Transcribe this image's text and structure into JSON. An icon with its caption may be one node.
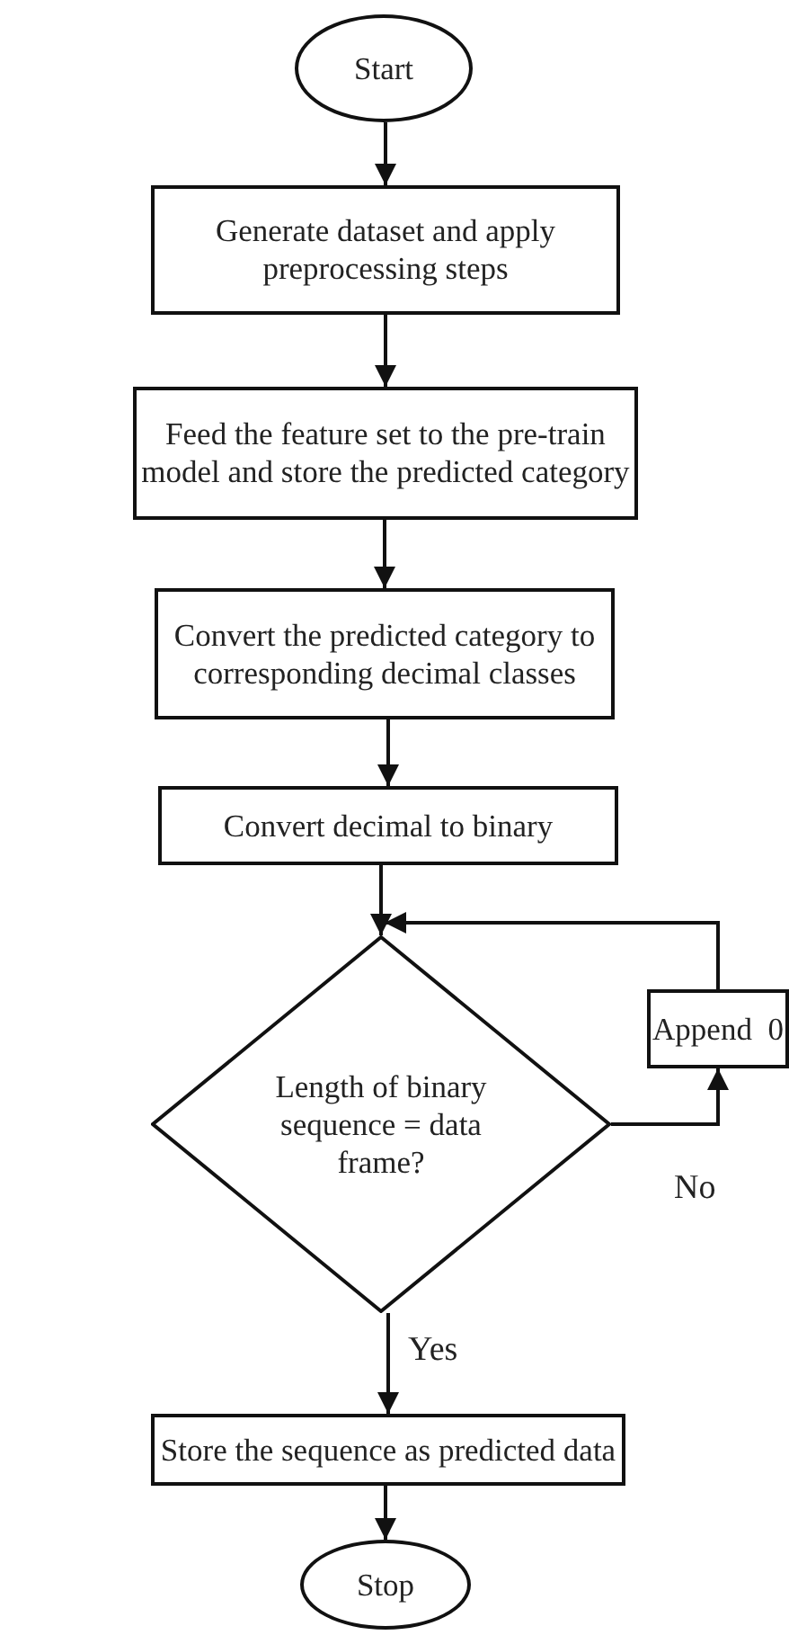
{
  "diagram": {
    "nodes": [
      {
        "text": [
          "Start"
        ]
      },
      {
        "text": [
          "Generate dataset and apply preprocessing steps"
        ]
      },
      {
        "text": [
          "Feed the feature set to the pre-train model and store the predicted category"
        ]
      },
      {
        "text": [
          "Convert the predicted category to corresponding decimal classes"
        ]
      },
      {
        "text": [
          "Convert decimal to binary"
        ]
      },
      {
        "text": [
          "Length of binary sequence = data frame?"
        ]
      },
      {
        "text": [
          "Append  0"
        ]
      },
      {
        "text": [
          "Store the sequence as predicted data"
        ]
      },
      {
        "text": [
          "Stop"
        ]
      }
    ],
    "edges": [
      {
        "from": 0,
        "to": 1,
        "arrow": "to"
      },
      {
        "from": 1,
        "to": 2,
        "arrow": "to"
      },
      {
        "from": 2,
        "to": 3,
        "arrow": "to"
      },
      {
        "from": 3,
        "to": 4,
        "arrow": "to"
      },
      {
        "from": 4,
        "to": 5,
        "arrow": "to"
      },
      {
        "from": 5,
        "to": 6,
        "arrow": "to",
        "label": "No"
      },
      {
        "from": 6,
        "to": 5,
        "arrow": "to"
      },
      {
        "from": 5,
        "to": 7,
        "arrow": "to",
        "label": "Yes"
      },
      {
        "from": 7,
        "to": 8,
        "arrow": "to"
      }
    ]
  }
}
